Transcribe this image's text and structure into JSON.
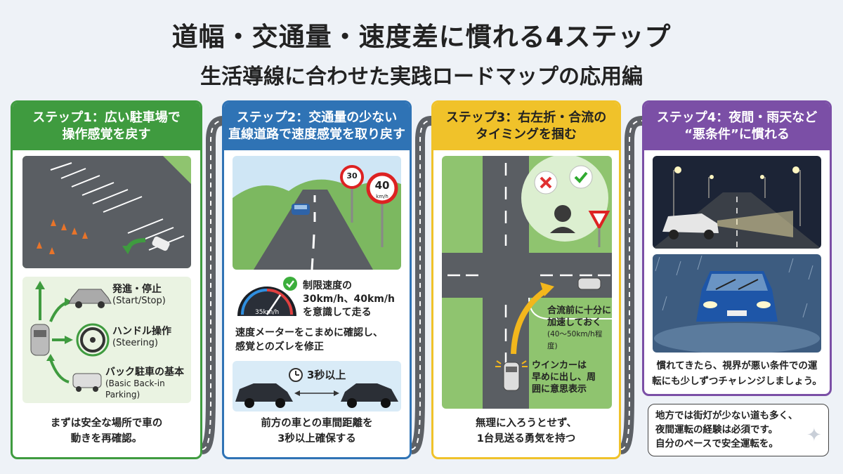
{
  "title": "道幅・交通量・速度差に慣れる4ステップ",
  "subtitle": "生活導線に合わせた実践ロードマップの応用編",
  "colors": {
    "step1": "#3f9b3f",
    "step2": "#2f73b5",
    "step3": "#f0c22a",
    "step4": "#7b4fa6",
    "road": "#5d6166"
  },
  "steps": [
    {
      "head_line1": "ステップ1：広い駐車場で",
      "head_line2": "操作感覚を戻す",
      "items": [
        {
          "label": "発進・停止",
          "sub": "(Start/Stop)"
        },
        {
          "label": "ハンドル操作",
          "sub": "(Steering)"
        },
        {
          "label": "バック駐車の基本",
          "sub": "(Basic Back-in Parking)"
        }
      ],
      "caption_line1": "まずは安全な場所で車の",
      "caption_line2": "動きを再確認。"
    },
    {
      "head_line1": "ステップ2：交通量の少ない",
      "head_line2": "直線道路で速度感覚を取り戻す",
      "sign_30": "30",
      "sign_40": "40",
      "sign_unit": "km/h",
      "speedometer_reading": "35km/h",
      "limit_line1": "制限速度の",
      "limit_line2": "30km/h、40km/h",
      "limit_line3": "を意識して走る",
      "check_line1": "速度メーターをこまめに確認し、",
      "check_line2": "感覚とのズレを修正",
      "gap_label": "3秒以上",
      "caption_line1": "前方の車との車間距離を",
      "caption_line2": "3秒以上確保する"
    },
    {
      "head_line1": "ステップ3：右左折・合流の",
      "head_line2": "タイミングを掴む",
      "merge_line1": "合流前に十分に",
      "merge_line2": "加速しておく",
      "merge_line3": "(40〜50km/h程度)",
      "signal_line1": "ウインカーは",
      "signal_line2": "早めに出し、周",
      "signal_line3": "囲に意思表示",
      "caption_line1": "無理に入ろうとせず、",
      "caption_line2": "1台見送る勇気を持つ"
    },
    {
      "head_line1": "ステップ4：夜間・雨天など",
      "head_line2": "“悪条件”に慣れる",
      "caption_line1": "慣れてきたら、視界が悪い条件での運",
      "caption_line2": "転にも少しずつチャレンジしましょう。"
    }
  ],
  "note_line1": "地方では街灯が少ない道も多く、",
  "note_line2": "夜間運転の経験は必須です。",
  "note_line3": "自分のペースで安全運転を。"
}
